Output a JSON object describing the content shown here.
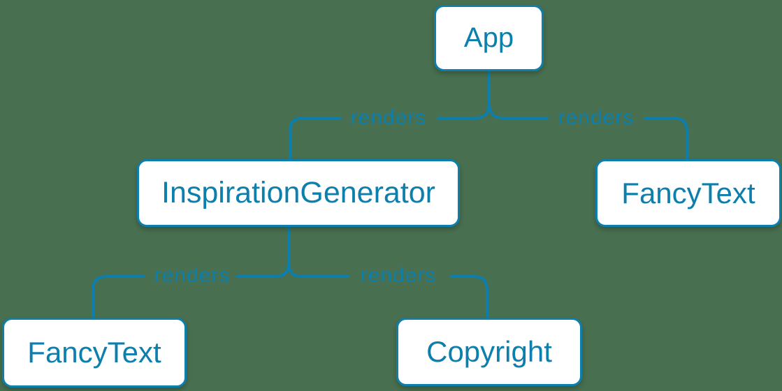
{
  "colors": {
    "background": "#486f4f",
    "accent": "#0c7fad",
    "node_fill": "#ffffff"
  },
  "nodes": {
    "app": {
      "label": "App"
    },
    "inspiration_generator": {
      "label": "InspirationGenerator"
    },
    "fancy_text_top": {
      "label": "FancyText"
    },
    "fancy_text_bottom": {
      "label": "FancyText"
    },
    "copyright": {
      "label": "Copyright"
    }
  },
  "edges": {
    "app_to_inspiration_generator": {
      "label": "renders"
    },
    "app_to_fancy_text": {
      "label": "renders"
    },
    "inspiration_generator_to_fancy_text": {
      "label": "renders"
    },
    "inspiration_generator_to_copyright": {
      "label": "renders"
    }
  }
}
